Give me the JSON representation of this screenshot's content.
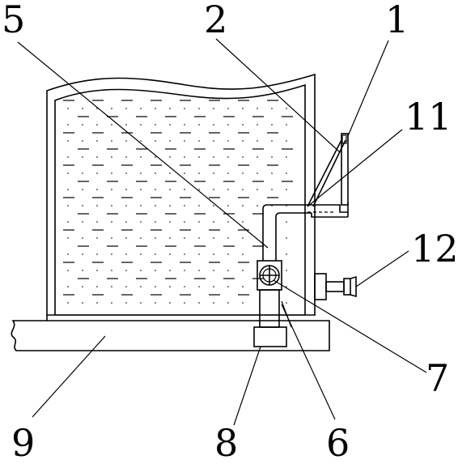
{
  "figure": {
    "labels": [
      {
        "id": "label-1",
        "text": "1"
      },
      {
        "id": "label-2",
        "text": "2"
      },
      {
        "id": "label-5",
        "text": "5"
      },
      {
        "id": "label-11",
        "text": "11"
      },
      {
        "id": "label-12",
        "text": "12"
      },
      {
        "id": "label-7",
        "text": "7"
      },
      {
        "id": "label-9",
        "text": "9"
      },
      {
        "id": "label-8",
        "text": "8"
      },
      {
        "id": "label-6",
        "text": "6"
      }
    ]
  }
}
